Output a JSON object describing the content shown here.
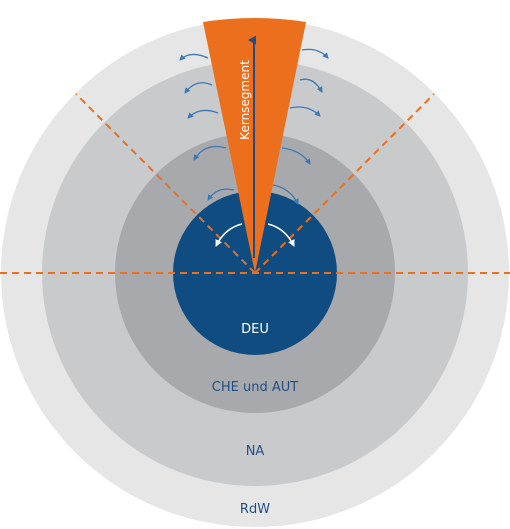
{
  "rings": [
    {
      "key": "rdw",
      "label": "RdW",
      "fill": "#e6e6e7",
      "text_color": "#1f4f82"
    },
    {
      "key": "na",
      "label": "NA",
      "fill": "#c9cacc",
      "text_color": "#1f4f82"
    },
    {
      "key": "che_aut",
      "label": "CHE und AUT",
      "fill": "#a8a9ad",
      "text_color": "#1f4f82"
    },
    {
      "key": "deu",
      "label": "DEU",
      "fill": "#0f4c81",
      "text_color": "#ffffff"
    }
  ],
  "segment": {
    "label": "Kernsegment",
    "fill": "#ec6f1e",
    "text_color": "#ffffff"
  },
  "colors": {
    "dashed_line": "#ec6f1e",
    "arrow": "#3d78b4",
    "arrow_inner": "#ffffff",
    "axis_arrow": "#1f4f82"
  }
}
